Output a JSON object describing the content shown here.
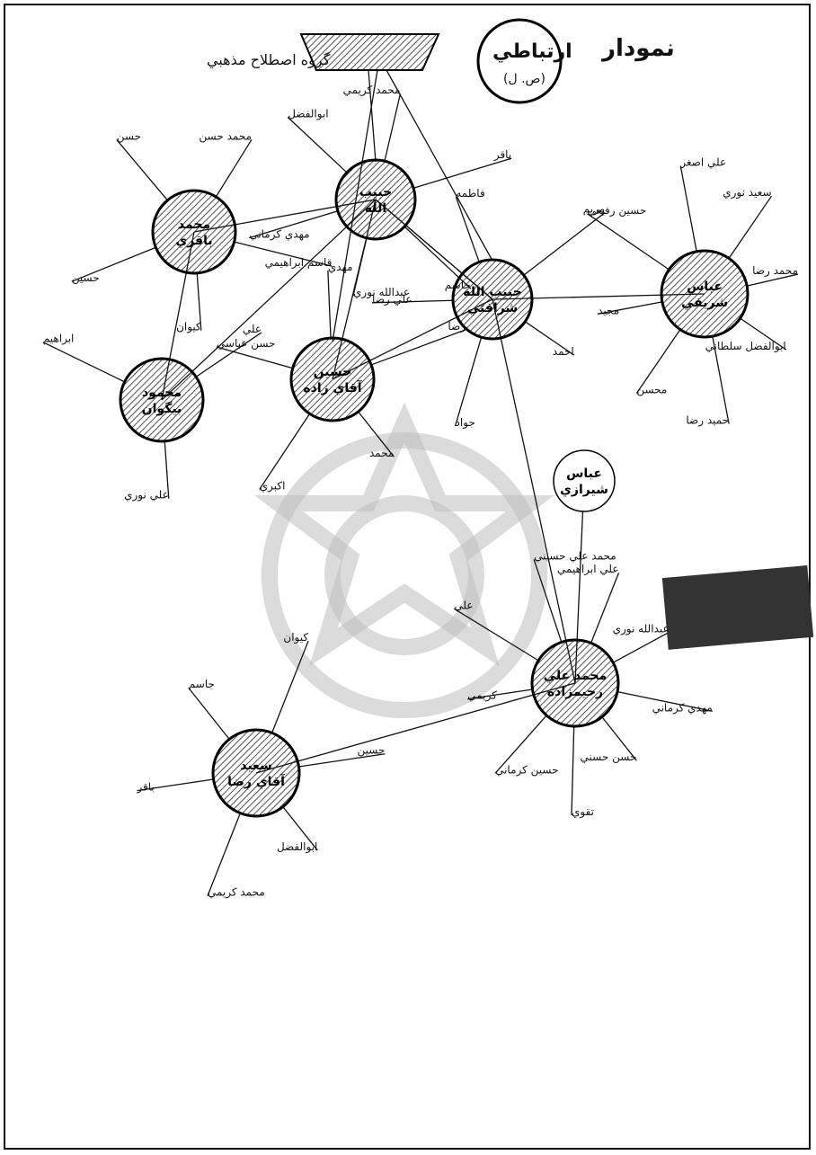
{
  "header": {
    "title_text": "نمودار",
    "title_circle_text": "ارتباطي",
    "title_circle_sub": "(ص. ل)",
    "group_label": "گروه اصطلاح مذهبي"
  },
  "hubs": [
    {
      "id": "center",
      "line1": "حبيب",
      "line2": "الله"
    },
    {
      "id": "left1",
      "line1": "محمد",
      "line2": "باقري"
    },
    {
      "id": "left2",
      "line1": "محمود",
      "line2": "بيگوان"
    },
    {
      "id": "mid",
      "line1": "حسين",
      "line2": "آقاي زاده"
    },
    {
      "id": "r1",
      "line1": "حبيب الله",
      "line2": "شرافتي"
    },
    {
      "id": "r2",
      "line1": "عباس",
      "line2": "شريفي"
    },
    {
      "id": "big",
      "line1": "محمد علي",
      "line2": "رحيمزاده"
    },
    {
      "id": "low",
      "line1": "سعيد",
      "line2": "آقاي رضا"
    },
    {
      "id": "open",
      "line1": "عباس",
      "line2": "شيرازي"
    }
  ],
  "labels": [
    "عبدالله نوري",
    "مهدي كرماني",
    "ابوالفضل",
    "محمد كريمي",
    "باقر",
    "جاسم",
    "كيوان",
    "حسين",
    "حسن",
    "محمد حسن",
    "قاسم ابراهيمي",
    "علي نوري",
    "ابراهيم",
    "علي",
    "محمد",
    "اكبري",
    "حسن عباسي",
    "مهدي",
    "رضا",
    "احمد",
    "جواد",
    "علي رضا",
    "فاطمه",
    "مريم",
    "ابوالفضل سلطاني",
    "حميد رضا",
    "محسن",
    "مجيد",
    "حسين رفيعي",
    "علي اصغر",
    "سعيد نوري",
    "محمد رضا",
    "حسن حسني",
    "تقوي",
    "حسين كرماني",
    "كريمي",
    "علي",
    "محمد علي حسيني",
    "علي ابراهيمي"
  ],
  "edges_note": "",
  "colors": {
    "ink": "#111111",
    "paper": "#ffffff",
    "watermark": "#bdbdbd"
  }
}
